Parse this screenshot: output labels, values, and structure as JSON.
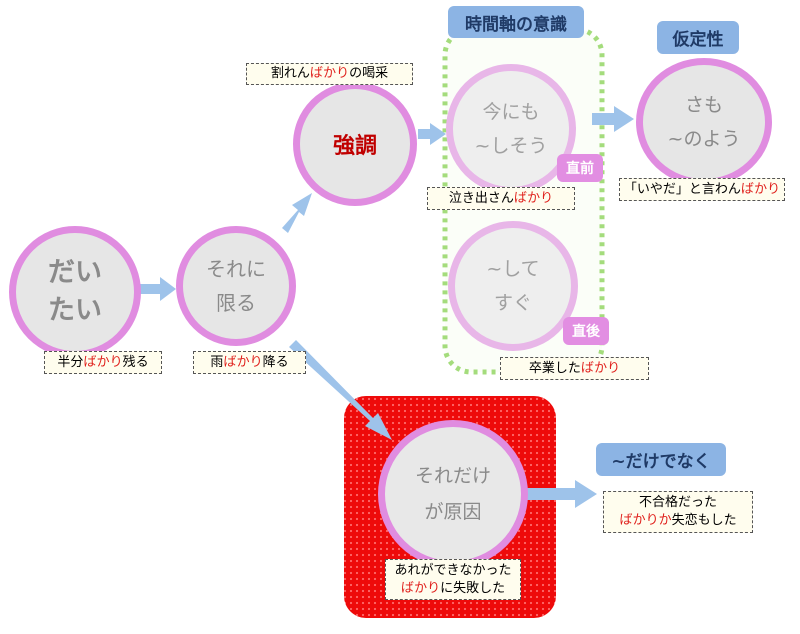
{
  "nodes": {
    "daitai": {
      "line1": "だい",
      "line2": "たい"
    },
    "soreni": {
      "line1": "それに",
      "line2": "限る"
    },
    "kyouchou": {
      "line1": "強調"
    },
    "imanimo": {
      "line1": "今にも",
      "line2": "~しそう"
    },
    "shitesugu": {
      "line1": "~して",
      "line2": "すぐ"
    },
    "samo": {
      "line1": "さも",
      "line2": "~のよう"
    },
    "soredake": {
      "line1": "それだけ",
      "line2": "が原因"
    }
  },
  "notes": {
    "hanbun": {
      "a": "半分",
      "b": "ばかり",
      "c": "残る"
    },
    "ame": {
      "a": "雨",
      "b": "ばかり",
      "c": "降る"
    },
    "warerun": {
      "a": "割れん",
      "b": "ばかり",
      "c": "の喝采"
    },
    "nakidasan": {
      "a": "泣き出さん",
      "b": "ばかり",
      "c": ""
    },
    "sotsugyou": {
      "a": "卒業した",
      "b": "ばかり",
      "c": ""
    },
    "iyada": {
      "a": "「いやだ」と言わん",
      "b": "ばかり",
      "c": ""
    },
    "arega": {
      "line1": "あれができなかった",
      "b": "ばかり",
      "c": "に失敗した"
    },
    "fugoukaku": {
      "line1": "不合格だった",
      "b": "ばかりか",
      "c": "失恋もした"
    }
  },
  "labels": {
    "jikanjiku": "時間軸の意識",
    "kateisei": "仮定性",
    "dakedenaku": "~だけでなく",
    "chokuzen": "直前",
    "chokugo": "直後"
  },
  "colors": {
    "circle_border": "#e08ce0",
    "circle_fill": "#e6e6e6",
    "arrow": "#9ec3ea",
    "accent_red": "#e0201c",
    "dark_red": "#c00000",
    "highlight_box": "#ee0a0a",
    "time_group_border": "#a4dc7c",
    "label_blue": "#8cb4e4",
    "label_pink": "#e28ee2"
  }
}
